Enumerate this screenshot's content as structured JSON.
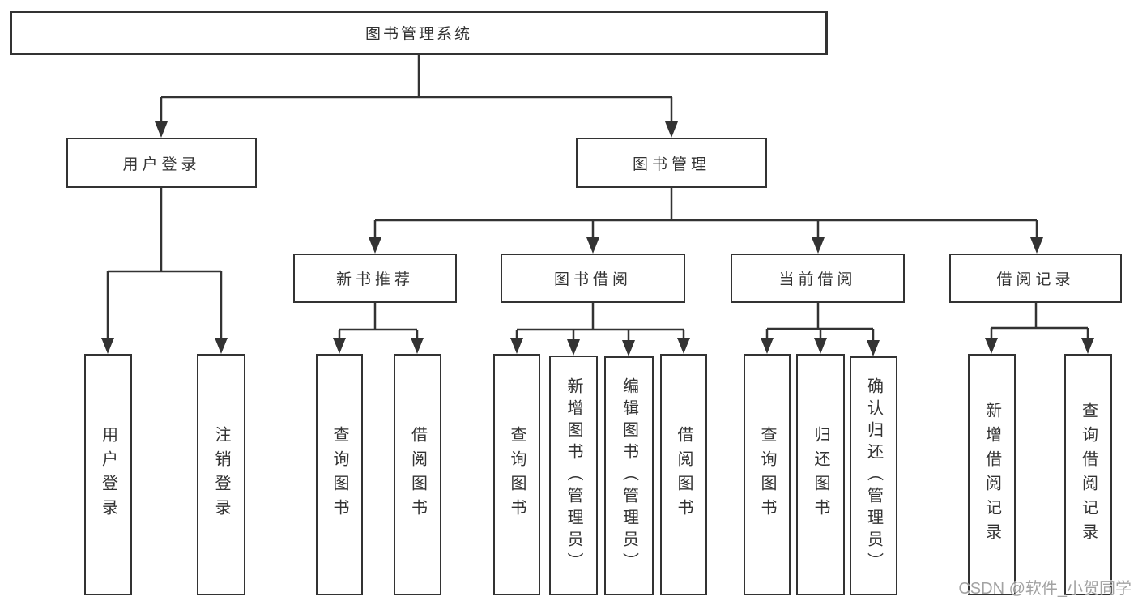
{
  "tree": {
    "label": "图书管理系统",
    "children": [
      {
        "label": "用户登录",
        "children": [
          {
            "label": "用户登录"
          },
          {
            "label": "注销登录"
          }
        ]
      },
      {
        "label": "图书管理",
        "children": [
          {
            "label": "新书推荐",
            "children": [
              {
                "label": "查询图书"
              },
              {
                "label": "借阅图书"
              }
            ]
          },
          {
            "label": "图书借阅",
            "children": [
              {
                "label": "查询图书"
              },
              {
                "label": "新增图书（管理员）"
              },
              {
                "label": "编辑图书（管理员）"
              },
              {
                "label": "借阅图书"
              }
            ]
          },
          {
            "label": "当前借阅",
            "children": [
              {
                "label": "查询图书"
              },
              {
                "label": "归还图书"
              },
              {
                "label": "确认归还（管理员）"
              }
            ]
          },
          {
            "label": "借阅记录",
            "children": [
              {
                "label": "新增借阅记录"
              },
              {
                "label": "查询借阅记录"
              }
            ]
          }
        ]
      }
    ]
  },
  "watermark": "CSDN @软件_小贺同学",
  "colors": {
    "line": "#333333",
    "text": "#333333",
    "background": "#ffffff",
    "watermark": "#9a9a9a"
  }
}
